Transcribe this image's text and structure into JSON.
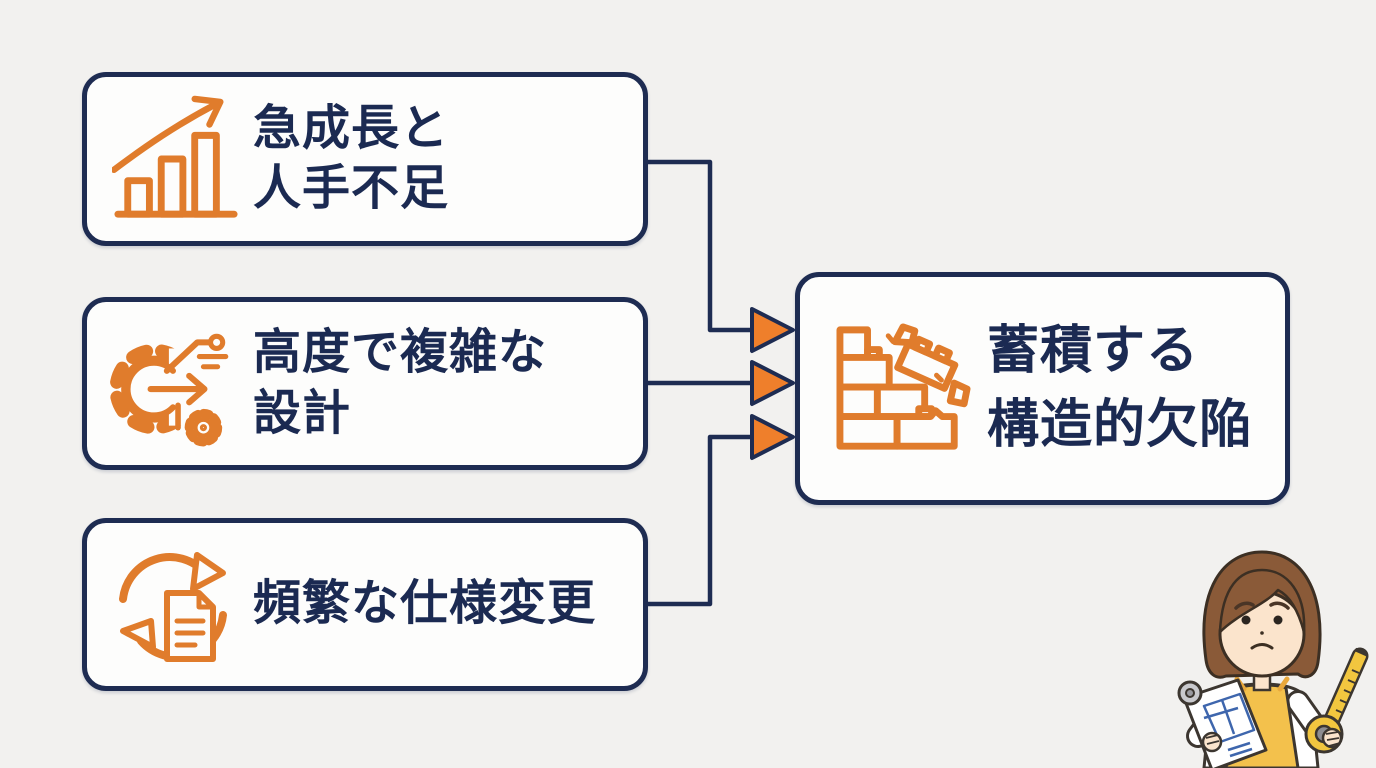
{
  "diagram": {
    "causes": [
      {
        "id": "rapid-growth",
        "icon": "growth-chart-icon",
        "lines": [
          "急成長と",
          "人手不足"
        ]
      },
      {
        "id": "complex-design",
        "icon": "gear-process-icon",
        "lines": [
          "高度で複雑な",
          "設計"
        ]
      },
      {
        "id": "frequent-spec-change",
        "icon": "cycle-document-icon",
        "lines": [
          "頻繁な仕様変更"
        ]
      }
    ],
    "effect": {
      "id": "structural-defects",
      "icon": "crumbling-wall-icon",
      "lines": [
        "蓄積する",
        "構造的欠陥"
      ]
    },
    "illustration": {
      "description": "worried woman holding blueprint and tape measure"
    },
    "colors": {
      "background": "#f2f1ef",
      "box_background": "#fdfdfc",
      "outline_navy": "#1e2c52",
      "text_navy": "#1b2a52",
      "icon_orange": "#e07c2c",
      "arrowhead_orange": "#ef7f2b"
    }
  }
}
